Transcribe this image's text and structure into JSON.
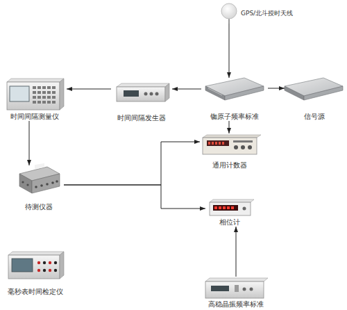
{
  "diagram": {
    "nodes": [
      {
        "text": [
          "GPS/北斗授时天线"
        ]
      },
      {
        "text": [
          "时间间隔测量仪"
        ]
      },
      {
        "text": [
          "时间间隔发生器"
        ]
      },
      {
        "text": [
          "铷原子频率标准"
        ]
      },
      {
        "text": [
          "信号源"
        ]
      },
      {
        "text": [
          "通用计数器"
        ]
      },
      {
        "text": [
          "待测仪器"
        ]
      },
      {
        "text": [
          "相位计"
        ]
      },
      {
        "text": [
          "毫秒表时间检定仪"
        ]
      },
      {
        "text": [
          "高稳晶振频率标准"
        ]
      }
    ],
    "edges": [
      {
        "from": 0,
        "to": 3,
        "arrow": "to"
      },
      {
        "from": 3,
        "to": 2,
        "arrow": "to"
      },
      {
        "from": 2,
        "to": 1,
        "arrow": "to"
      },
      {
        "from": 3,
        "to": 4,
        "arrow": "to"
      },
      {
        "from": 1,
        "to": 6,
        "arrow": "to"
      },
      {
        "from": 3,
        "to": 5,
        "arrow": "to"
      },
      {
        "from": 6,
        "to": 5,
        "arrow": "to"
      },
      {
        "from": 6,
        "to": 7,
        "arrow": "to"
      },
      {
        "from": 9,
        "to": 7,
        "arrow": "to"
      }
    ]
  }
}
